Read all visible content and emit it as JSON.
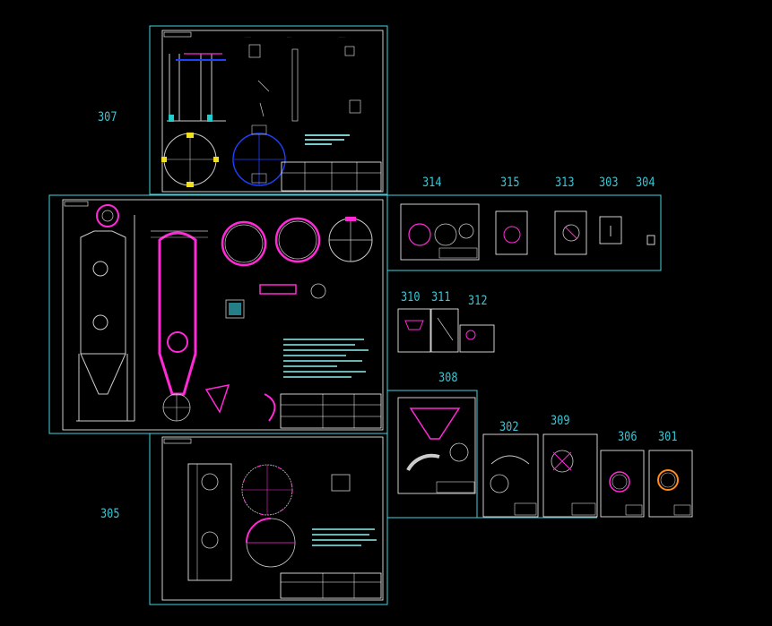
{
  "canvas": {
    "background": "#000000",
    "frame_color": "#3fd3e0",
    "line_color": "#c8c8c8",
    "accent_magenta": "#ff2ad6",
    "accent_blue": "#2040ff",
    "accent_yellow": "#f0e020",
    "accent_orange": "#ff8a1a"
  },
  "drawing_labels": {
    "d307": "307",
    "d305": "305",
    "d314": "314",
    "d315": "315",
    "d313": "313",
    "d303": "303",
    "d304": "304",
    "d310": "310",
    "d311": "311",
    "d312": "312",
    "d308": "308",
    "d302": "302",
    "d309": "309",
    "d306": "306",
    "d301": "301"
  }
}
